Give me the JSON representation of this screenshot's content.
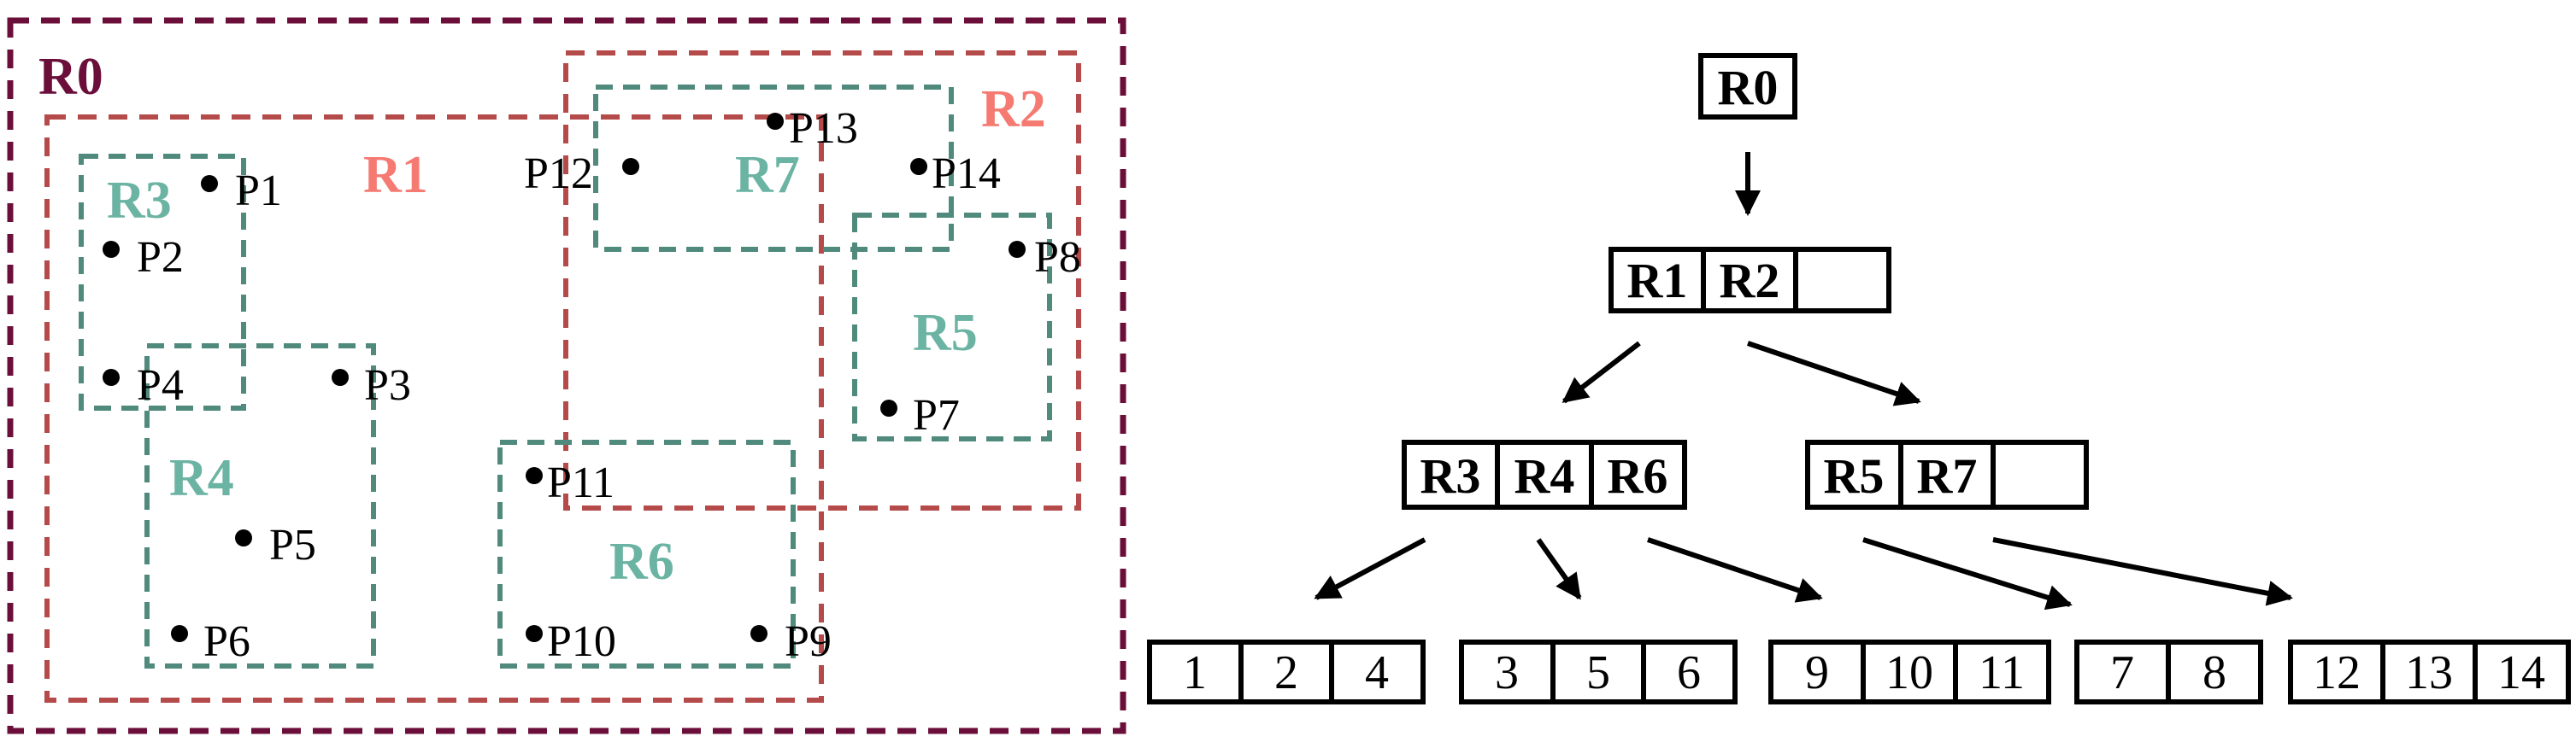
{
  "colors": {
    "r0": "#6b0f3a",
    "r1": "#b54a4a",
    "r2": "#b54a4a",
    "r1_label": "#f47a72",
    "r2_label": "#f47a72",
    "leaf_mbr": "#4f8a7c",
    "leaf_label": "#6bb3a2",
    "ink": "#000000"
  },
  "regions": {
    "r0": "R0",
    "r1": "R1",
    "r2": "R2",
    "r3": "R3",
    "r4": "R4",
    "r5": "R5",
    "r6": "R6",
    "r7": "R7"
  },
  "points": {
    "p1": "P1",
    "p2": "P2",
    "p3": "P3",
    "p4": "P4",
    "p5": "P5",
    "p6": "P6",
    "p7": "P7",
    "p8": "P8",
    "p9": "P9",
    "p10": "P10",
    "p11": "P11",
    "p12": "P12",
    "p13": "P13",
    "p14": "P14"
  },
  "tree": {
    "root": [
      "R0"
    ],
    "level1": [
      "R1",
      "R2",
      ""
    ],
    "level2_left": [
      "R3",
      "R4",
      "R6"
    ],
    "level2_right": [
      "R5",
      "R7",
      ""
    ],
    "leaves": [
      [
        "1",
        "2",
        "4"
      ],
      [
        "3",
        "5",
        "6"
      ],
      [
        "9",
        "10",
        "11"
      ],
      [
        "7",
        "8"
      ],
      [
        "12",
        "13",
        "14"
      ]
    ]
  }
}
